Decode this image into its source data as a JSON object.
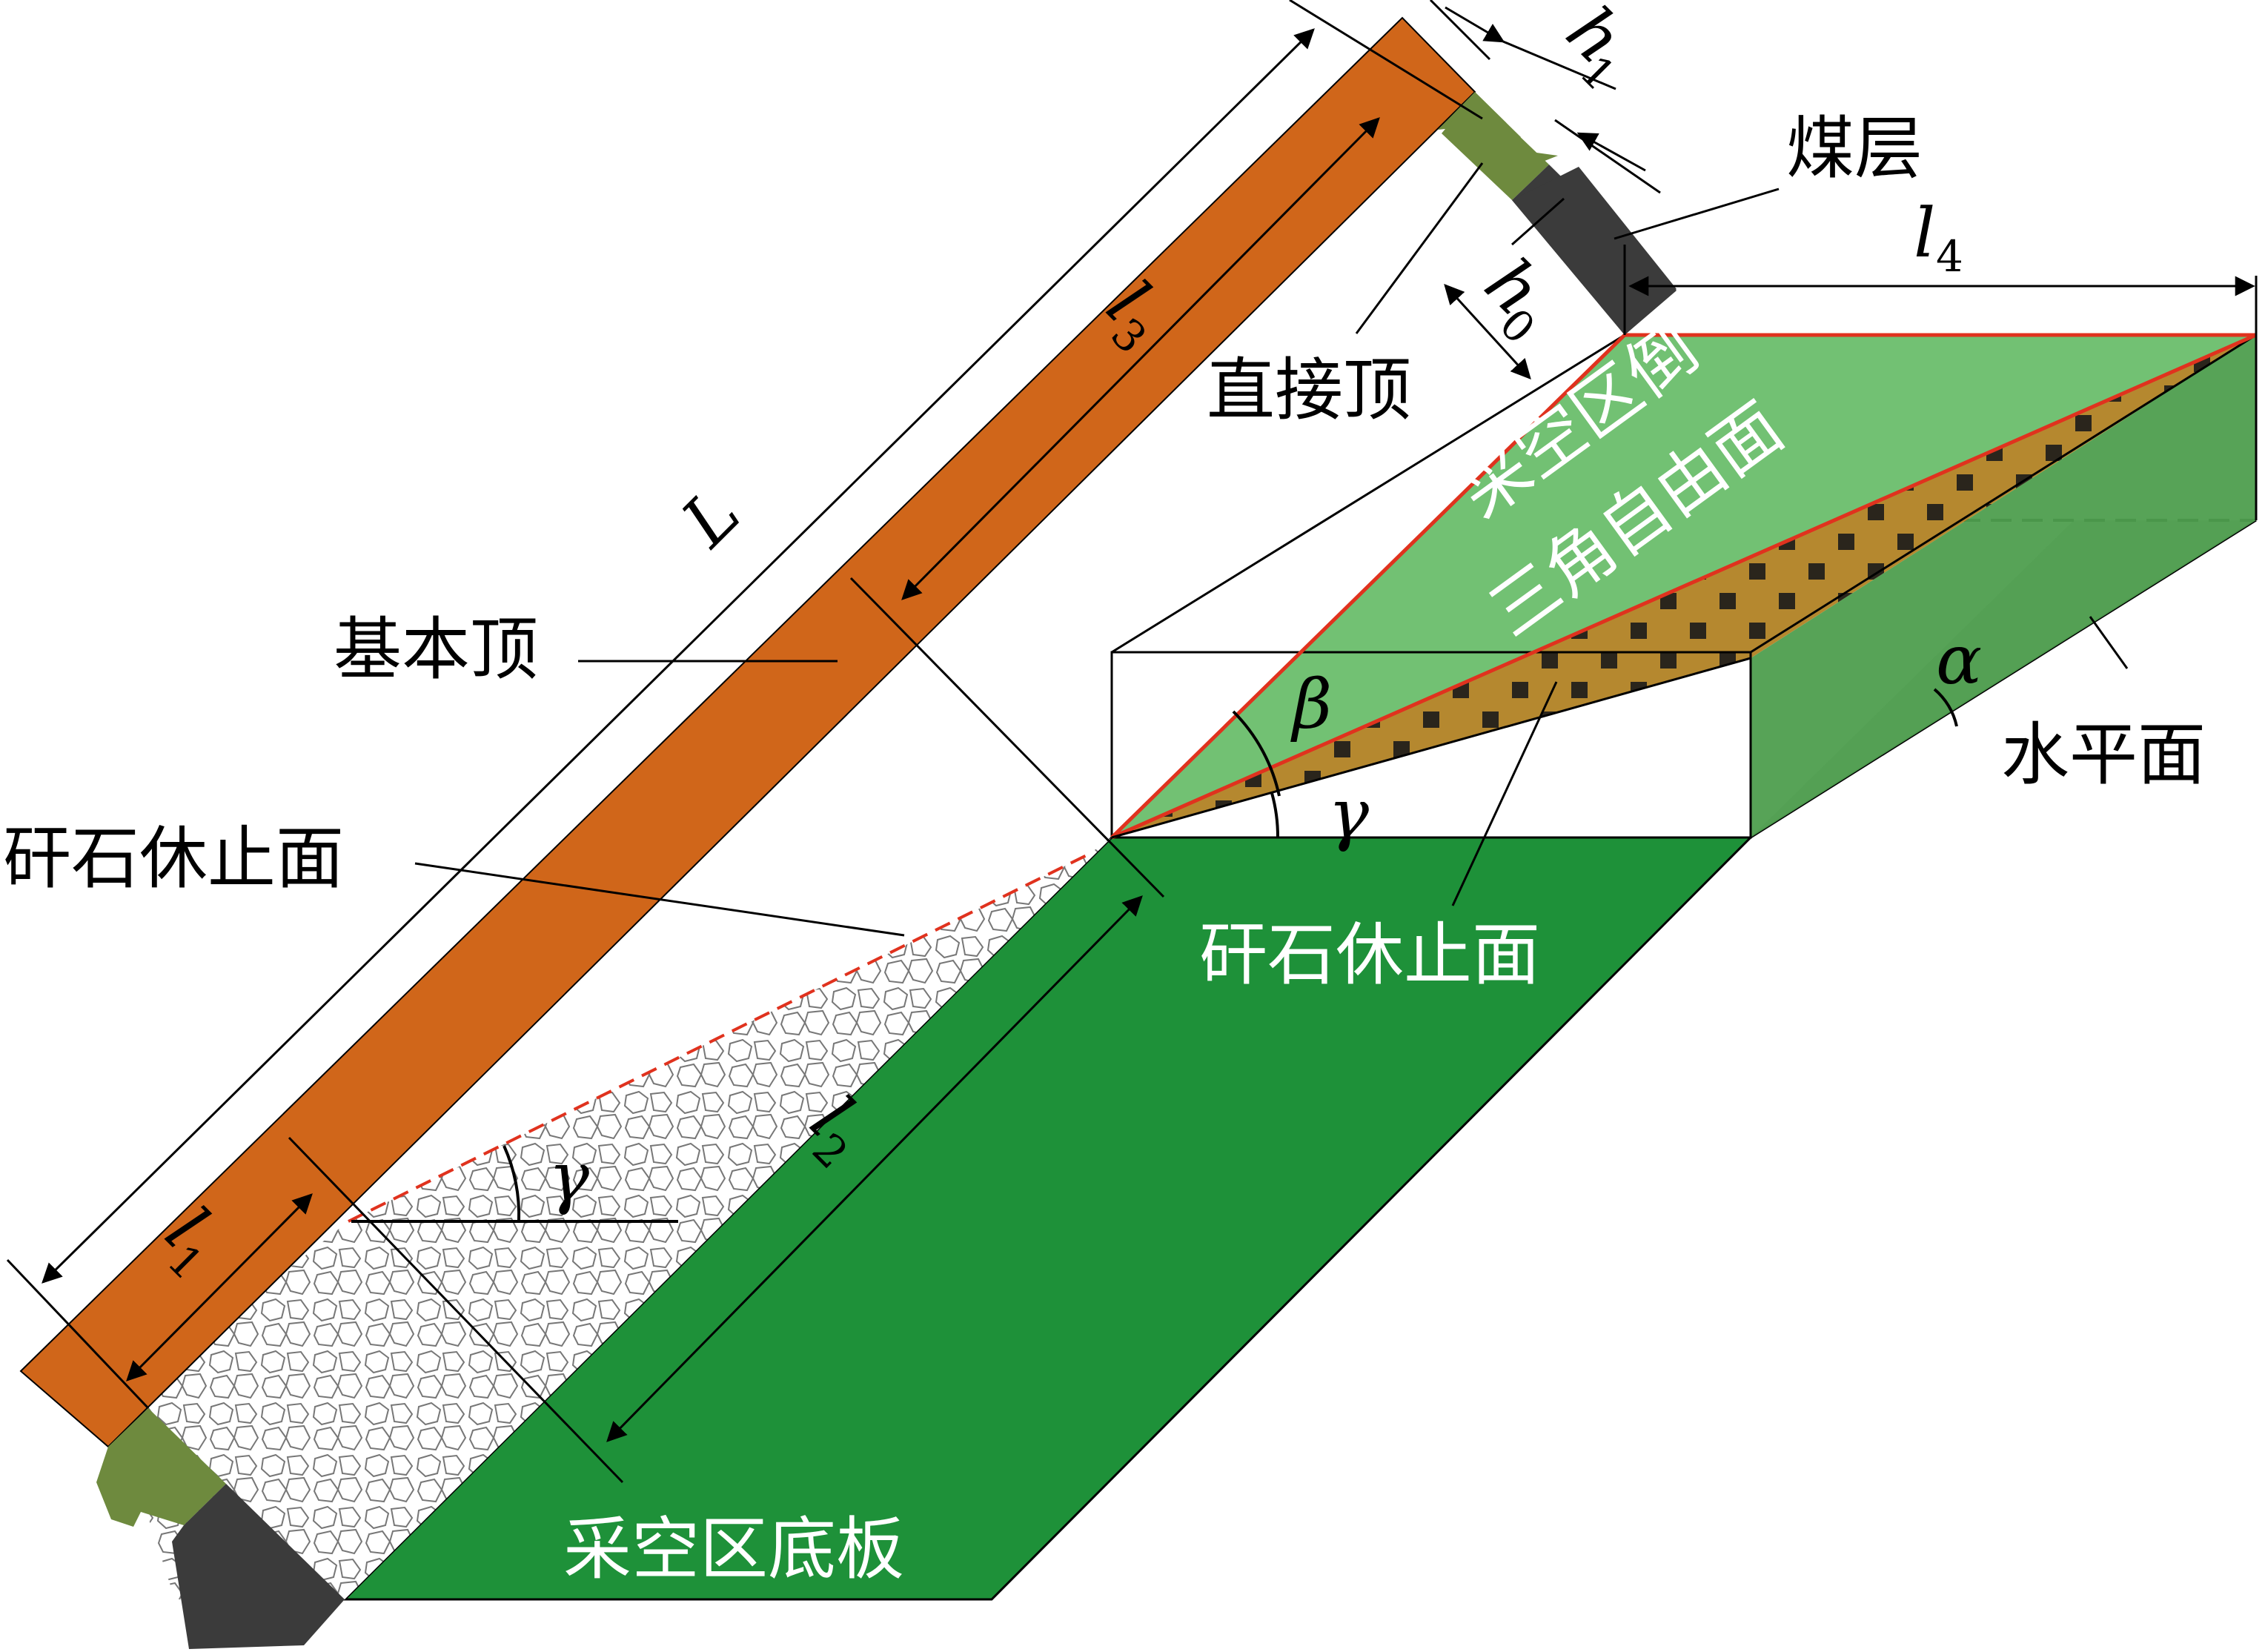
{
  "labels": {
    "coal_seam": "煤层",
    "immediate_roof": "直接顶",
    "main_roof": "基本顶",
    "gangue_rest_left": "矸石休止面",
    "gangue_rest_center": "矸石休止面",
    "gob_triangle_line1": "采空区倒",
    "gob_triangle_line2": "三角自由面",
    "horizontal_plane": "水平面",
    "gob_floor": "采空区底板"
  },
  "symbols": {
    "L": "L",
    "l": "l",
    "h": "h",
    "sub_1": "1",
    "sub_2": "2",
    "sub_3": "3",
    "sub_4": "4",
    "sub_0": "0",
    "beta": "β",
    "gamma": "γ",
    "alpha": "α"
  },
  "colors": {
    "main_roof": "#D0661A",
    "immediate_roof": "#6E8A3E",
    "coal_seam": "#3B3B3B",
    "gob_floor": "#1E9139",
    "triangle_face": "#5FB860",
    "gangue_face": "#B5882F",
    "horizontal_plane": "#C8C8C8",
    "red_line": "#E0321E"
  }
}
